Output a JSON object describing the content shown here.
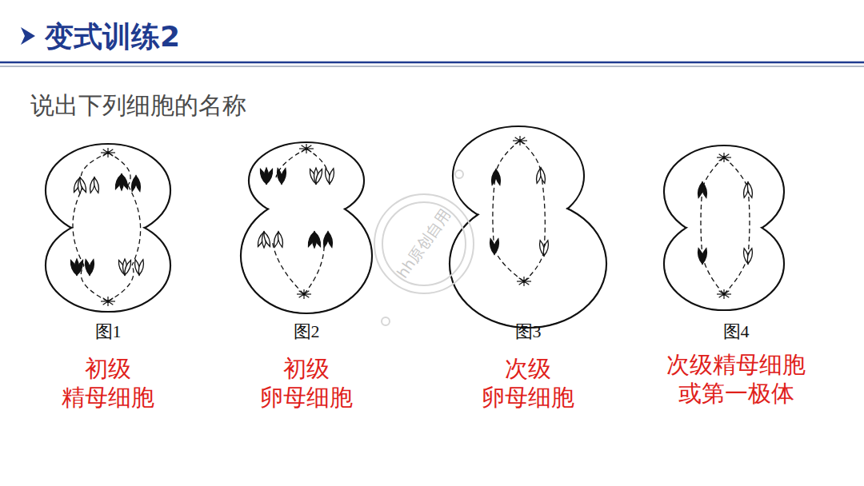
{
  "diagram": {
    "title": "变式训练2",
    "labels": [
      "说出下列细胞的名称",
      "图1",
      "图2",
      "图3",
      "图4",
      "初级 精母细胞",
      "初级 卵母细胞",
      "次级 卵母细胞",
      "次级精母细胞 或第一极体",
      "hh原创自用"
    ]
  }
}
